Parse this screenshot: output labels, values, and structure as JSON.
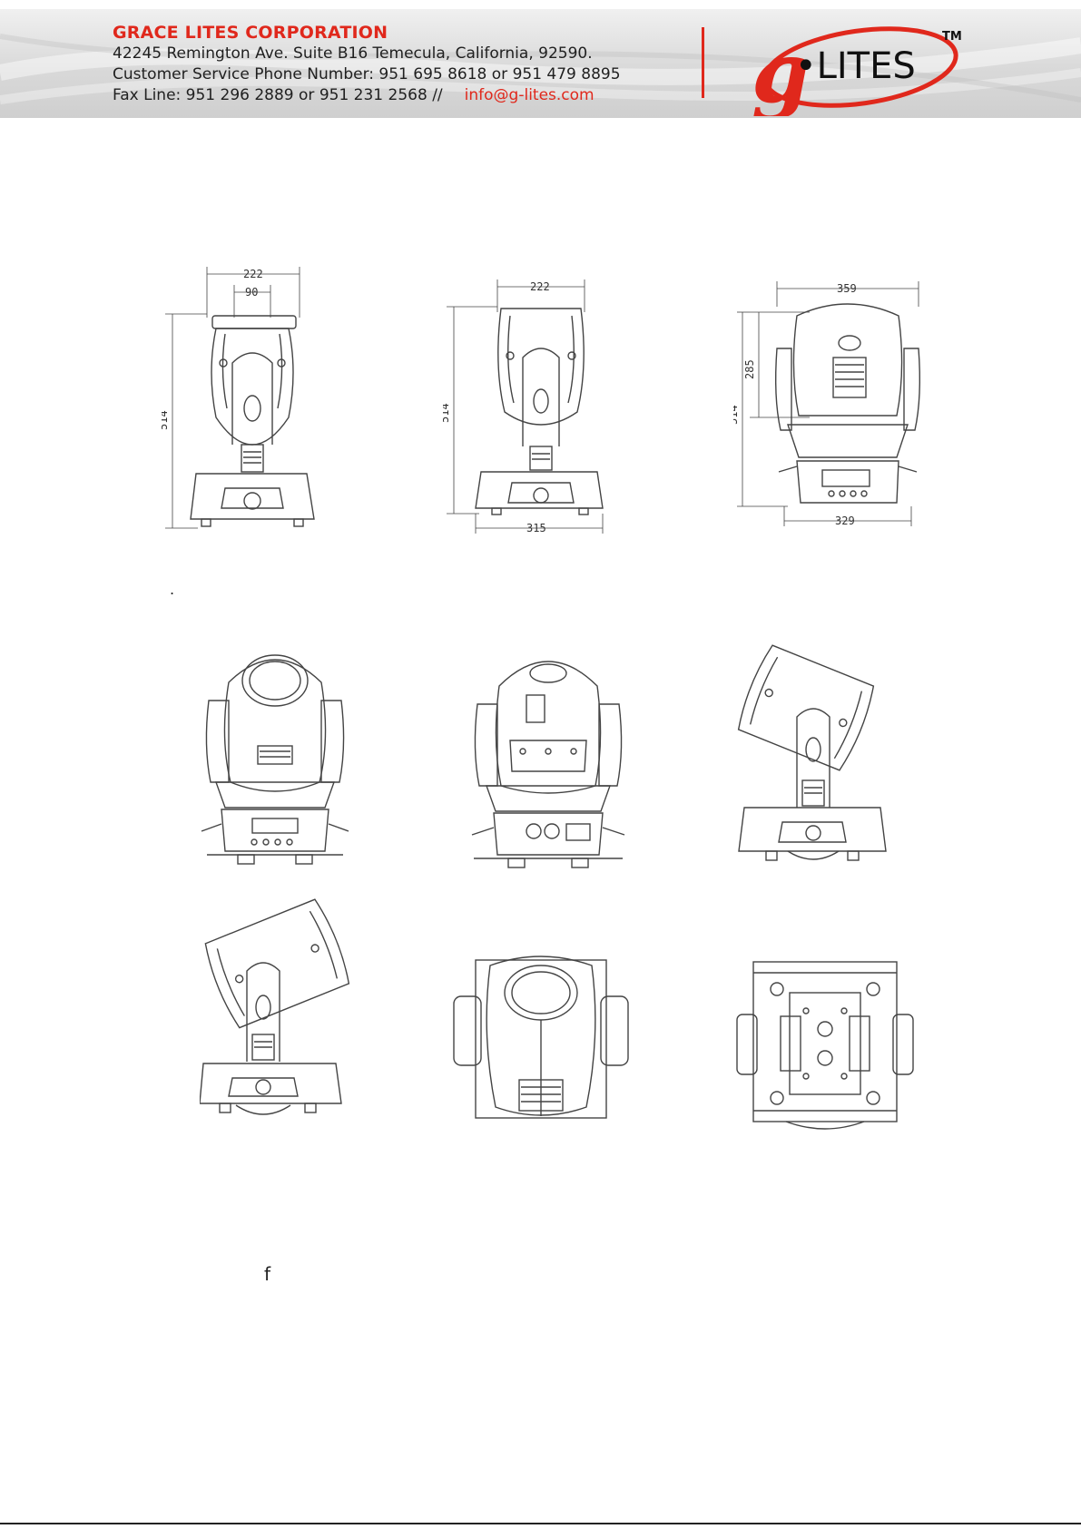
{
  "header": {
    "company_name": "GRACE LITES CORPORATION",
    "address": "42245 Remington Ave. Suite B16 Temecula, California, 92590.",
    "phone": "Customer Service Phone Number: 951 695 8618 or 951 479 8895",
    "fax": "Fax Line: 951 296 2889 or 951 231 2568  //",
    "email": "info@g-lites.com",
    "logo_text": "•LITES",
    "logo_letter": "g",
    "trademark": "TM"
  },
  "colors": {
    "brand_red": "#e0281c",
    "line_gray": "#555555"
  },
  "dimensions": {
    "front": {
      "width": "222",
      "lens": "90",
      "height": "514"
    },
    "side": {
      "width": "222",
      "height": "514",
      "base": "315"
    },
    "rear": {
      "width": "359",
      "upper": "285",
      "height": "514",
      "base": "329"
    }
  },
  "stray_marks": {
    "dot": ".",
    "f": "f"
  }
}
